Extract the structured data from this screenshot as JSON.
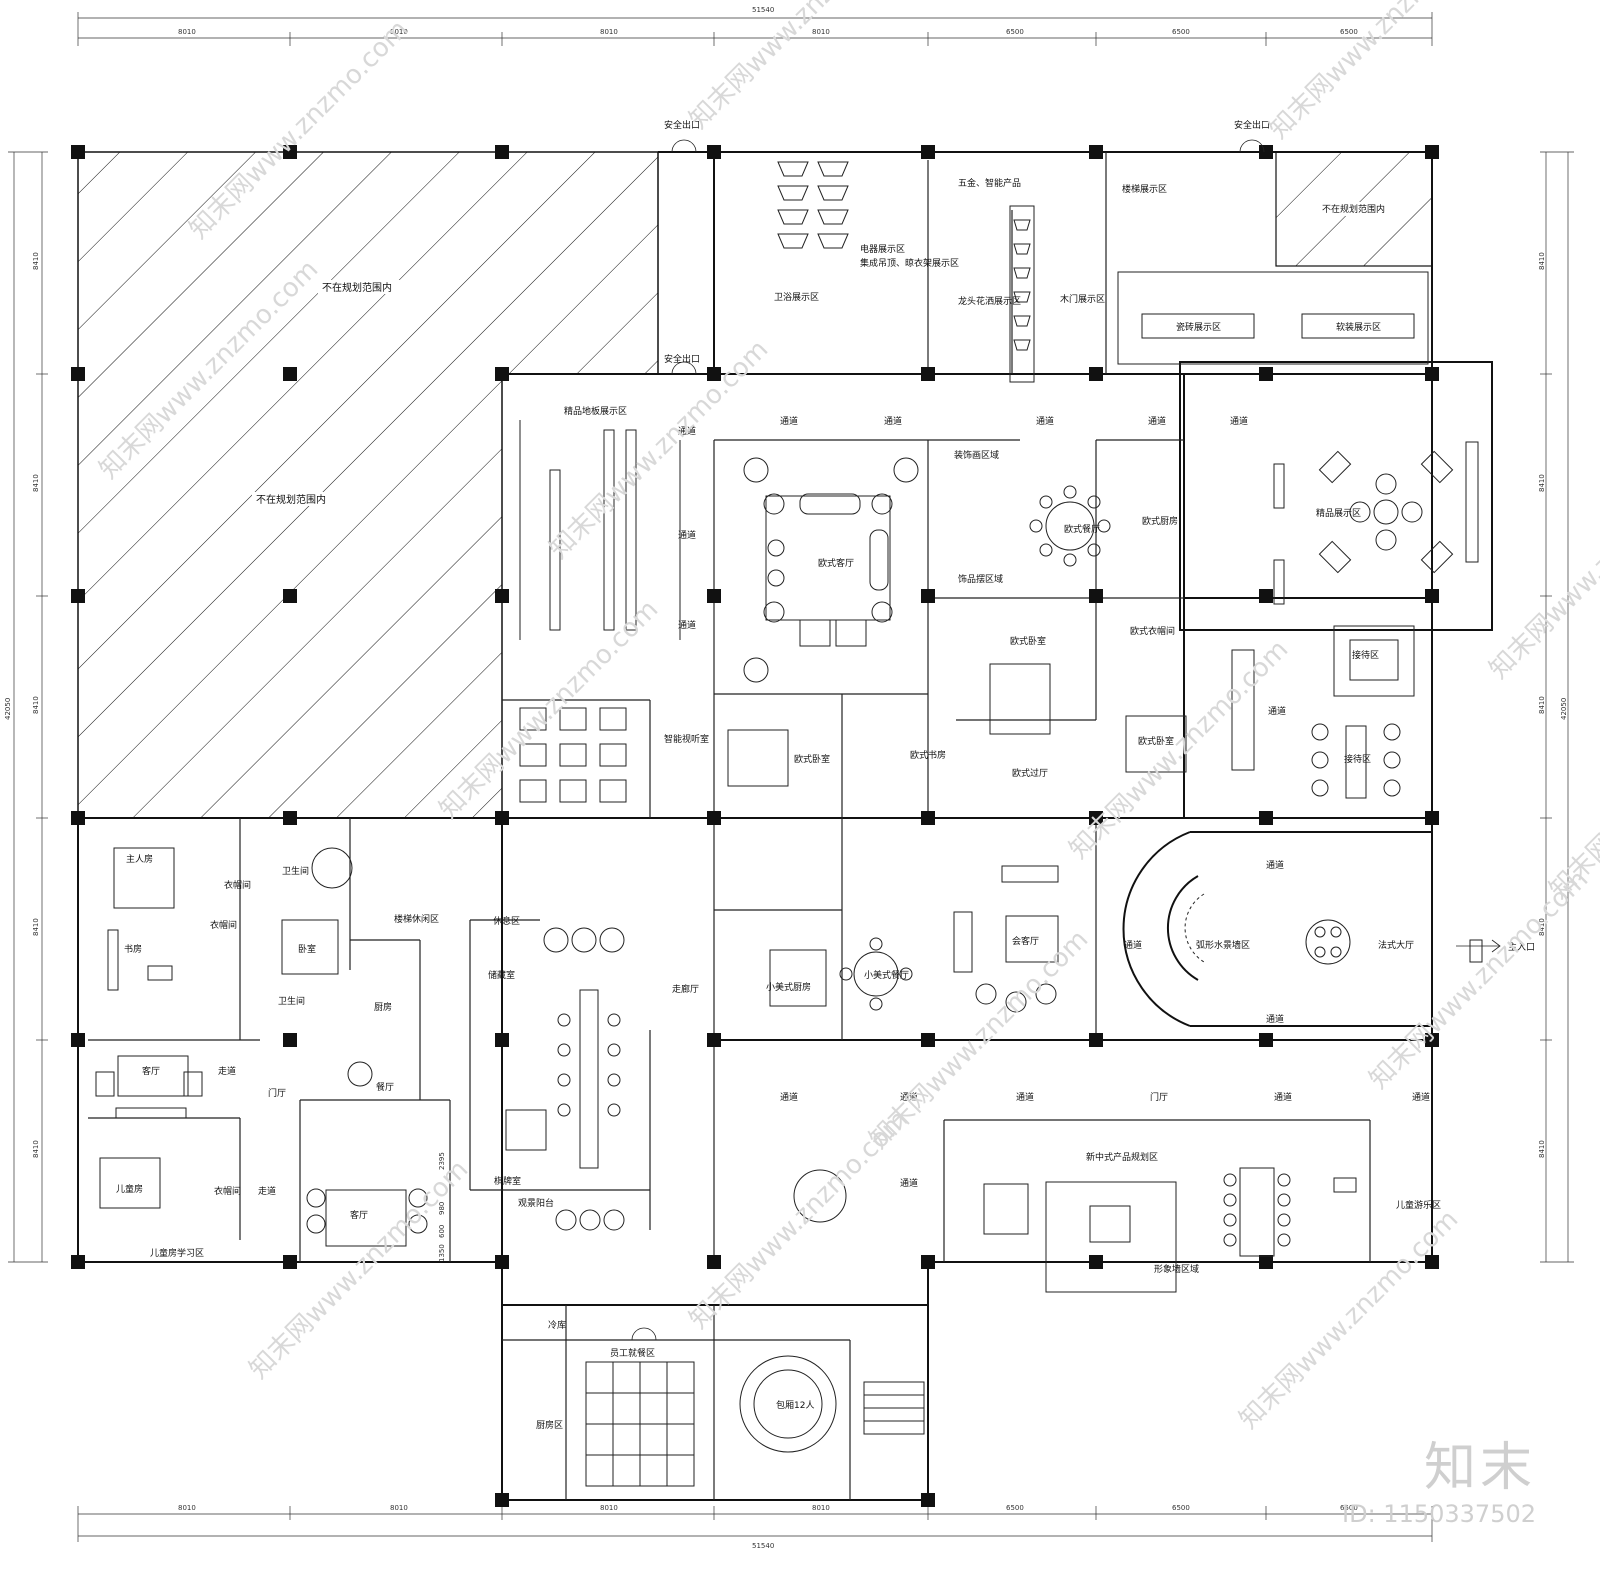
{
  "dimensions": {
    "top_total": "51540",
    "bottom_total": "51540",
    "segments": [
      "8010",
      "8010",
      "8010",
      "8010",
      "6500",
      "6500",
      "6500"
    ],
    "side_total": "42050",
    "side_segments": [
      "8410",
      "8410",
      "8410",
      "8410",
      "8410"
    ],
    "stair_dims": [
      "2395",
      "980",
      "600",
      "1350"
    ]
  },
  "rooms": {
    "out_of_scope_large": "不在规划范围内",
    "out_of_scope_large_2": "不在规划范围内",
    "out_of_scope_small": "不在规划范围内",
    "safety_exit_1": "安全出口",
    "safety_exit_2": "安全出口",
    "safety_exit_3": "安全出口",
    "hardware": "五金、智能产品",
    "bathroom_display": "卫浴展示区",
    "ceiling_display": "集成吊顶、晾衣架展示区",
    "appliance_display": "电器展示区",
    "tap_display": "龙头花洒展示区",
    "stair_display": "楼梯展示区",
    "flooring_display": "精品地板展示区",
    "wood_door": "木门展示区",
    "hard_display": "瓷砖展示区",
    "soft_display": "软装展示区",
    "channel": "通道",
    "eu_living": "欧式客厅",
    "eu_dining": "欧式餐厅",
    "eu_kitchen": "欧式厨房",
    "eu_bedroom": "欧式卧室",
    "eu_wardrobe": "欧式衣帽间",
    "eu_study": "欧式书房",
    "eu_hall": "欧式过厅",
    "decor_display": "装饰画区域",
    "accessory": "饰品摆区域",
    "boutique": "精品展示区",
    "reception": "接待区",
    "reception_2": "接待区",
    "smart_av": "智能视听室",
    "guest_room": "会客厅",
    "small_us_kitchen": "小美式厨房",
    "small_us_dining": "小美式餐厅",
    "arc_waterwall": "弧形水景墙区",
    "french_hall": "法式大厅",
    "main_entrance": "主入口",
    "hall": "门厅",
    "new_chinese": "新中式产品规划区",
    "kids_play": "儿童游乐区",
    "corridor_dining": "走廊厅",
    "storage": "储藏室",
    "chess": "棋牌室",
    "balcony": "观景阳台",
    "leisure": "休息区",
    "master": "主人房",
    "wardrobe": "衣帽间",
    "bath": "卫生间",
    "bath_2": "卫生间",
    "bedroom": "卧室",
    "study": "书房",
    "kitchen": "厨房",
    "dining": "餐厅",
    "living": "客厅",
    "living_2": "客厅",
    "foyer": "门厅",
    "aisle": "走道",
    "aisle_2": "走道",
    "kids_room": "儿童房",
    "kids_study": "儿童房学习区",
    "stair_rest": "楼梯休闲区",
    "cold_store": "冷库",
    "staff_dining": "员工就餐区",
    "kitchen_2": "厨房区",
    "private_room": "包厢12人",
    "art_wall": "形象墙区域"
  },
  "watermark": {
    "text": "知末网www.znzmo.com"
  },
  "brand": {
    "logo": "知末",
    "id": "ID: 1150337502"
  }
}
